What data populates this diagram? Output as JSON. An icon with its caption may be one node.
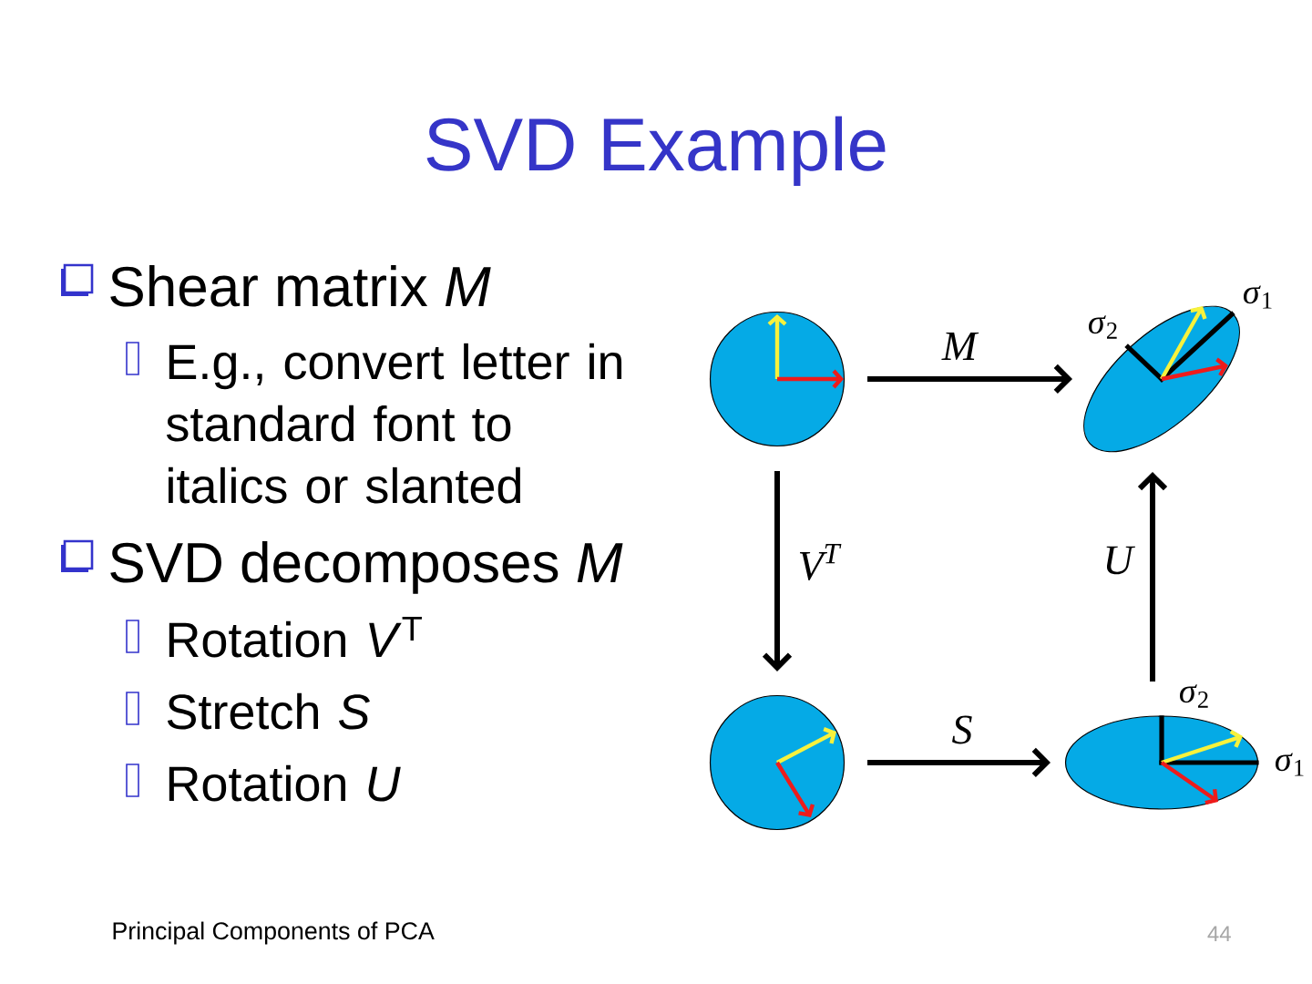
{
  "diagram": {
    "title": "SVD Example",
    "nodes": [
      {
        "text": [],
        "shape": "circle"
      },
      {
        "text": [],
        "shape": "ellipse",
        "beside": [
          "*σ*$_{2}$",
          "*σ*$_{1}$"
        ]
      },
      {
        "text": [],
        "shape": "circle"
      },
      {
        "text": [],
        "shape": "ellipse",
        "beside": [
          "*σ*$_{2}$",
          "*σ*$_{1}$"
        ]
      }
    ],
    "edges": [
      {
        "from": 0,
        "to": 1,
        "arrow": "to",
        "label": "M"
      },
      {
        "from": 0,
        "to": 2,
        "arrow": "to",
        "label": "V$^{T}$"
      },
      {
        "from": 2,
        "to": 3,
        "arrow": "to",
        "label": "S"
      },
      {
        "from": 3,
        "to": 1,
        "arrow": "to",
        "label": "U"
      }
    ],
    "labels": [
      "Shear matrix *M*",
      "E.g., convert letter in standard font to italics or slanted",
      "SVD decomposes *M*",
      "Rotation *V*$^{T}$",
      "Stretch *S*",
      "Rotation *U*",
      "Principal Components of PCA",
      "44"
    ]
  }
}
